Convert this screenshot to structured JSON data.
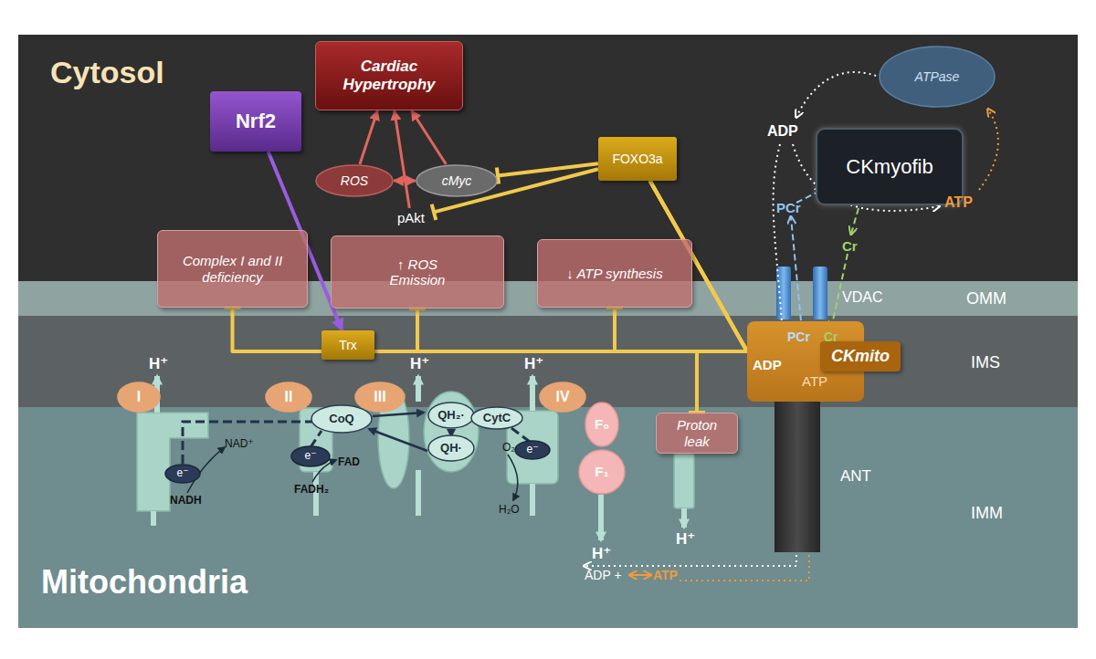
{
  "diagram": {
    "nodes": [
      {
        "text": [
          "Cardiac Hypertrophy"
        ]
      },
      {
        "text": [
          "Nrf2"
        ]
      },
      {
        "text": [
          "ROS"
        ]
      },
      {
        "text": [
          "cMyc"
        ]
      },
      {
        "text": [
          "pAkt"
        ]
      },
      {
        "text": [
          "FOXO3a"
        ]
      },
      {
        "text": [
          "ATPase"
        ]
      },
      {
        "text": [
          "CKmyofib"
        ]
      },
      {
        "text": [
          "Complex I and II deficiency"
        ]
      },
      {
        "text": [
          "↑ ROS Emission"
        ]
      },
      {
        "text": [
          "↓ ATP synthesis"
        ]
      },
      {
        "text": [
          "Trx"
        ]
      },
      {
        "text": [
          "CKmito"
        ]
      },
      {
        "text": [
          "Proton leak"
        ]
      },
      {
        "text": [
          "ANT"
        ]
      },
      {
        "text": [
          "I"
        ]
      },
      {
        "text": [
          "II"
        ]
      },
      {
        "text": [
          "III"
        ]
      },
      {
        "text": [
          "IV"
        ]
      },
      {
        "text": [
          "CoQ"
        ]
      },
      {
        "text": [
          "QH₂·"
        ]
      },
      {
        "text": [
          "QH·"
        ]
      },
      {
        "text": [
          "CytC"
        ]
      },
      {
        "text": [
          "e⁻"
        ]
      },
      {
        "text": [
          "e⁻"
        ]
      },
      {
        "text": [
          "e⁻"
        ]
      },
      {
        "text": [
          "F₀"
        ]
      },
      {
        "text": [
          "F₁"
        ]
      }
    ],
    "edges": [
      {
        "from": 1,
        "to": 11,
        "arrow": "to"
      },
      {
        "from": 2,
        "to": 0,
        "arrow": "to"
      },
      {
        "from": 4,
        "to": 0,
        "arrow": "to"
      },
      {
        "from": 3,
        "to": 0,
        "arrow": "to"
      },
      {
        "from": 2,
        "to": 3,
        "arrow": "both"
      },
      {
        "from": 5,
        "to": 3,
        "arrow": "to"
      },
      {
        "from": 5,
        "to": 4,
        "arrow": "to"
      },
      {
        "from": 5,
        "to": 8,
        "arrow": "to"
      },
      {
        "from": 5,
        "to": 9,
        "arrow": "to"
      },
      {
        "from": 5,
        "to": 10,
        "arrow": "to"
      },
      {
        "from": 5,
        "to": 13,
        "arrow": "to"
      }
    ],
    "labels": [
      "Cytosol",
      "Mitochondria",
      "OMM",
      "IMS",
      "IMM",
      "VDAC",
      "ADP",
      "ATP",
      "PCr",
      "Cr",
      "PCr",
      "Cr",
      "ADP",
      "ATP",
      "H⁺",
      "H⁺",
      "H⁺",
      "H⁺",
      "H⁺",
      "NAD⁺",
      "NADH",
      "FADH₂",
      "FAD",
      "O₂",
      "H₂O",
      "ADP +",
      "ATP"
    ]
  }
}
